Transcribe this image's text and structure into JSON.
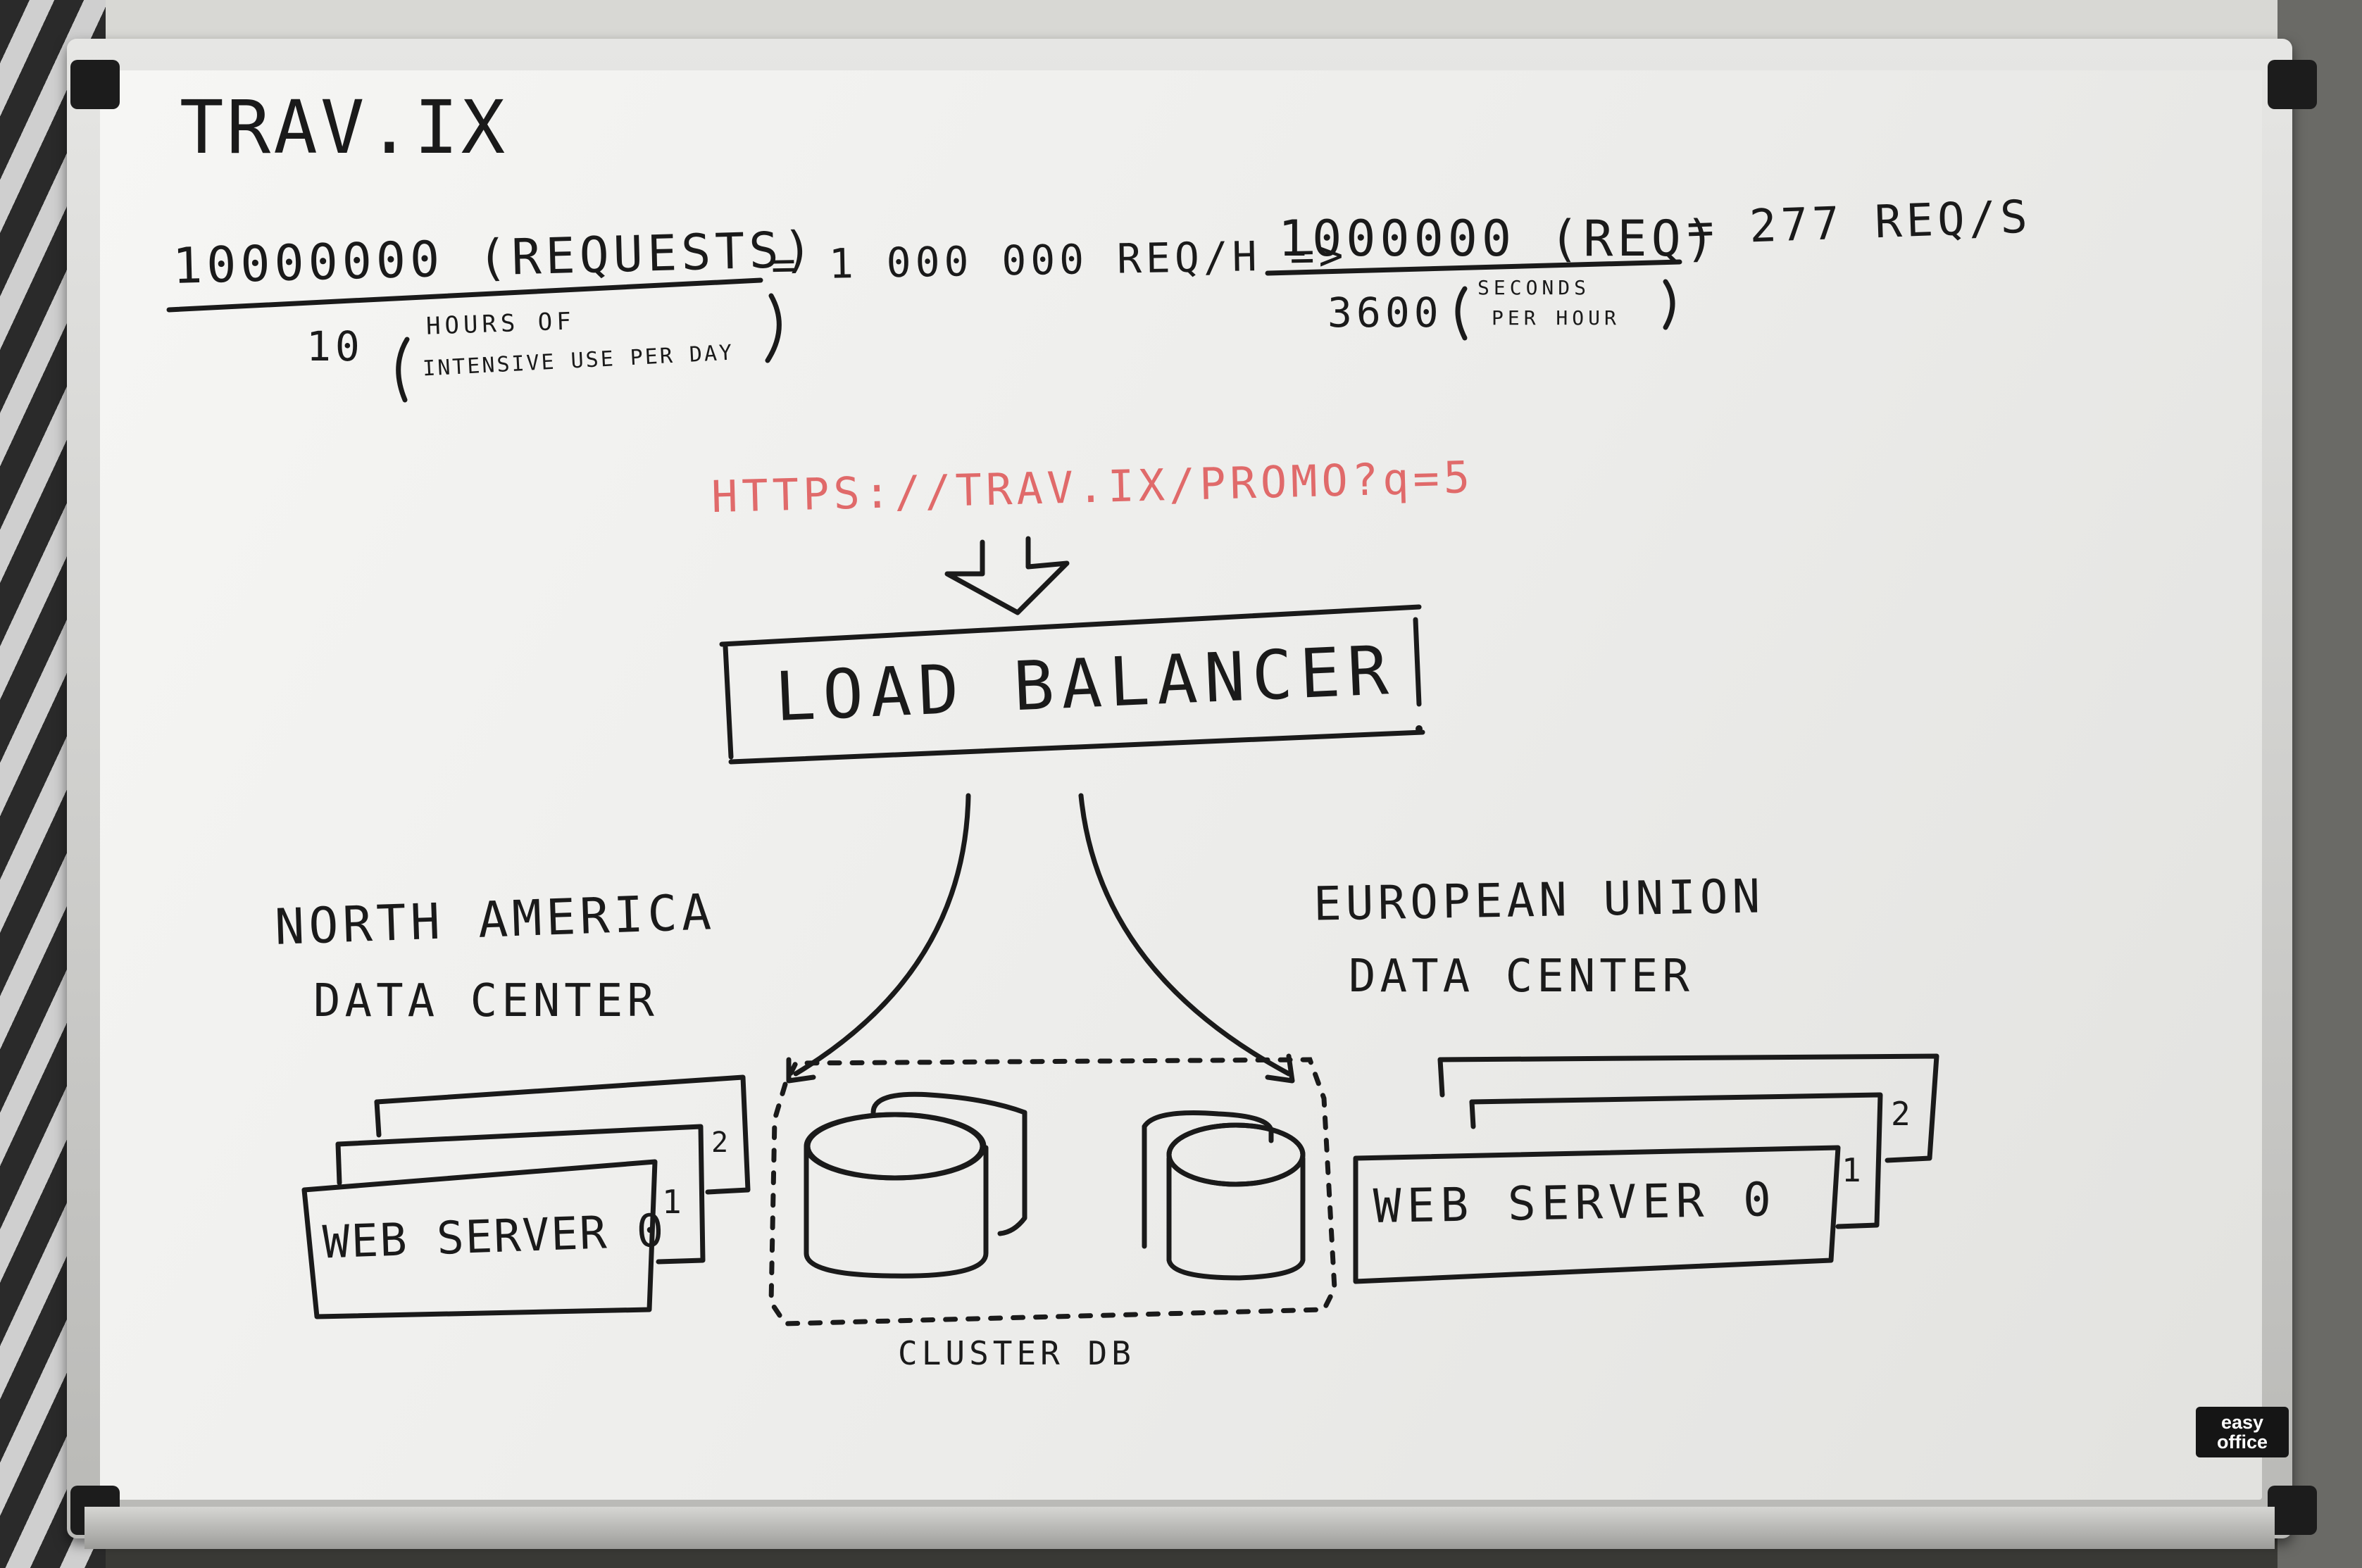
{
  "board": {
    "title": "TRAV.IX",
    "calc": {
      "numerator_1": "10000000 (REQUESTS)",
      "denominator_1_value": "10",
      "denominator_1_note_line1": "HOURS OF",
      "denominator_1_note_line2": "INTENSIVE USE PER DAY",
      "result_1": "= 1 000 000 REQ/H =>",
      "numerator_2": "1000000 (REQ)",
      "denominator_2_value": "3600",
      "denominator_2_note_line1": "SECONDS",
      "denominator_2_note_line2": "PER HOUR",
      "result_2": "= 277 REQ/S"
    },
    "url": "HTTPS://TRAV.IX/PROMO?q=5",
    "load_balancer": "LOAD BALANCER",
    "north_america": {
      "label_line1": "NORTH AMERICA",
      "label_line2": "DATA CENTER",
      "web_server": "WEB SERVER 0",
      "server_1": "1",
      "server_2": "2"
    },
    "european_union": {
      "label_line1": "EUROPEAN UNION",
      "label_line2": "DATA CENTER",
      "web_server": "WEB SERVER 0",
      "server_1": "1",
      "server_2": "2"
    },
    "cluster_db": "CLUSTER DB",
    "brand_line1": "easy",
    "brand_line2": "office"
  },
  "colors": {
    "marker_black": "#1a1a1a",
    "marker_red": "#e06a6a",
    "board_white": "#f3f3f1"
  }
}
